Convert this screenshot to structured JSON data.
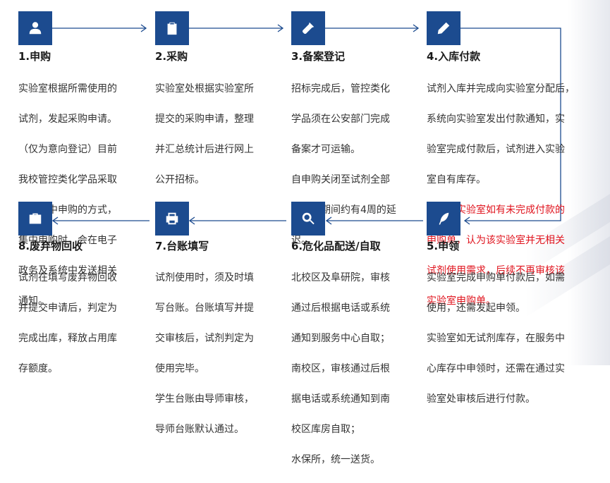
{
  "steps": [
    {
      "title": "1.申购",
      "icon": "user-icon",
      "lines": [
        "实验室根据所需使用的",
        "试剂，发起采购申请。",
        "（仅为意向登记）目前",
        "我校管控类化学品采取",
        "定期集中申购的方式，",
        "集中申购时，会在电子",
        "政务及系统中发送相关",
        "通知。"
      ]
    },
    {
      "title": "2.采购",
      "icon": "clipboard-icon",
      "lines": [
        "实验室处根据实验室所",
        "提交的采购申请，整理",
        "并汇总统计后进行网上",
        "公开招标。"
      ]
    },
    {
      "title": "3.备案登记",
      "icon": "flashlight-icon",
      "lines": [
        "招标完成后，管控类化",
        "学品须在公安部门完成",
        "备案才可运输。",
        "自申购关闭至试剂全部",
        "到货，期间约有4周的延",
        "迟。"
      ]
    },
    {
      "title": "4.入库付款",
      "icon": "pencil-icon",
      "lines": [
        "试剂入库并完成向实验室分配后，",
        "系统向实验室发出付款通知，实",
        "验室完成付款后，试剂进入实验",
        "室自有库存。"
      ],
      "note_lines": [
        "注意：实验室如有未完成付款的",
        "申购单，认为该实验室并无相关",
        "试剂使用需求，后续不再审核该",
        "实验室申购单。"
      ]
    },
    {
      "title": "5.申领",
      "icon": "feather-icon",
      "lines": [
        "实验室完成申购单付款后，如需",
        "使用，还需发起申领。",
        "实验室如无试剂库存，在服务中",
        "心库存中申领时，还需在通过实",
        "验室处审核后进行付款。"
      ]
    },
    {
      "title": "6.危化品配送/自取",
      "icon": "search-icon",
      "lines": [
        "北校区及阜研院，审核",
        "通过后根据电话或系统",
        "通知到服务中心自取；",
        "南校区，审核通过后根",
        "据电话或系统通知到南",
        "校区库房自取；",
        "水保所，统一送货。"
      ]
    },
    {
      "title": "7.台账填写",
      "icon": "printer-icon",
      "lines": [
        "试剂使用时，须及时填",
        "写台账。台账填写并提",
        "交审核后，试剂判定为",
        "使用完毕。",
        "学生台账由导师审核，",
        "导师台账默认通过。"
      ]
    },
    {
      "title": "8.废弃物回收",
      "icon": "briefcase-icon",
      "lines": [
        "试剂在填写废弃物回收",
        "并提交申请后，判定为",
        "完成出库，释放占用库",
        "存额度。"
      ]
    }
  ],
  "colors": {
    "accent": "#1c4b8f",
    "note": "#e0141e",
    "arrow": "#1c4b8f"
  }
}
